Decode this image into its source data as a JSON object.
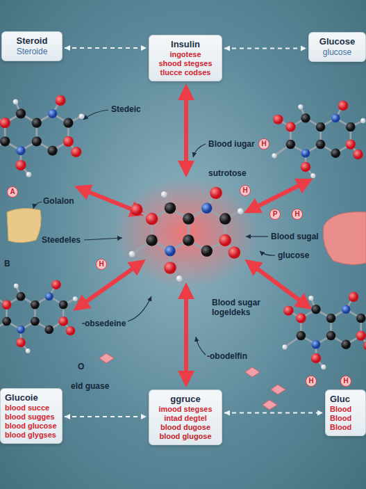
{
  "diagram": {
    "nodes": [
      {
        "text": [
          "Steroid",
          "Steroide"
        ]
      },
      {
        "text": [
          "Insulin",
          "ingotese",
          "shood stegses",
          "tlucce codses"
        ]
      },
      {
        "text": [
          "Glucose",
          "glucose"
        ]
      },
      {
        "text": [
          "Glucoie",
          "blood succe",
          "blood sugges",
          "blood glucose",
          "blood glygses"
        ]
      },
      {
        "text": [
          "ggruce",
          "imood stegses",
          "intad degtel",
          "blood dugose",
          "blood glugose"
        ]
      },
      {
        "text": [
          "Gluc",
          "Blood",
          "Blood",
          "Blood"
        ]
      }
    ],
    "edges": [
      {
        "from": 0,
        "to": 1,
        "arrow": "both"
      },
      {
        "from": 1,
        "to": 2,
        "arrow": "both"
      },
      {
        "from": 3,
        "to": 4,
        "arrow": "both"
      },
      {
        "from": 4,
        "to": 5,
        "arrow": "both"
      }
    ],
    "labels": [
      "Stedeic",
      "Blood iugar",
      "H",
      "sutrotose",
      "H",
      "A",
      "Golalon",
      "P",
      "H",
      "Steedeles",
      "Blood sugal",
      "glucose",
      "B",
      "H",
      "Blood sugar logeldeks",
      "-obsedeine",
      "-obodelfin",
      "O",
      "H",
      "H",
      "eld guase"
    ]
  }
}
